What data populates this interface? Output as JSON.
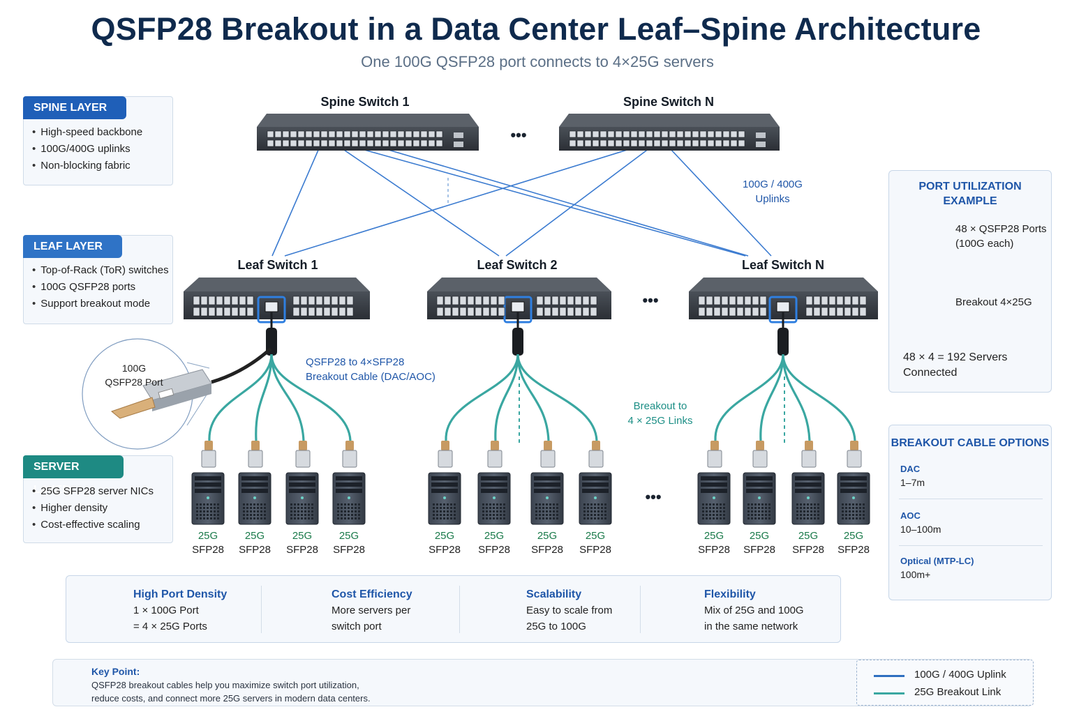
{
  "header": {
    "title": "QSFP28 Breakout in a Data Center Leaf–Spine Architecture",
    "subtitle": "One 100G QSFP28 port connects to 4×25G servers"
  },
  "layers": {
    "spine": {
      "title": "SPINE LAYER",
      "items": [
        "High-speed backbone",
        "100G/400G uplinks",
        "Non-blocking fabric"
      ]
    },
    "leaf": {
      "title": "LEAF LAYER",
      "items": [
        "Top-of-Rack (ToR) switches",
        "100G QSFP28 ports",
        "Support breakout mode"
      ]
    },
    "server": {
      "title": "SERVER LAYER",
      "items": [
        "25G SFP28 server NICs",
        "Higher density",
        "Cost-effective scaling"
      ]
    }
  },
  "diagram": {
    "spines": [
      "Spine Switch 1",
      "Spine Switch N"
    ],
    "leaves": [
      "Leaf Switch 1",
      "Leaf Switch 2",
      "Leaf Switch N"
    ],
    "ellipsis": "•••",
    "uplink_label": [
      "100G / 400G",
      "Uplinks"
    ],
    "breakout_cable_label": [
      "QSFP28 to 4×SFP28",
      "Breakout Cable (DAC/AOC)"
    ],
    "breakout_links_label": [
      "Breakout to",
      "4 × 25G Links"
    ],
    "port_callout": [
      "100G",
      "QSFP28 Port"
    ],
    "server_speed": "25G",
    "server_port": "SFP28"
  },
  "port_utilization": {
    "title": [
      "PORT UTILIZATION",
      "EXAMPLE"
    ],
    "ports": [
      "48 × QSFP28 Ports",
      "(100G each)"
    ],
    "breakout": "Breakout 4×25G",
    "result": [
      "48 × 4 = 192 Servers",
      "Connected"
    ]
  },
  "cable_options": {
    "title": "BREAKOUT CABLE OPTIONS",
    "options": [
      {
        "name": "DAC",
        "length": "1–7m"
      },
      {
        "name": "AOC",
        "length": "10–100m"
      },
      {
        "name": "Optical (MTP-LC)",
        "length": "100m+"
      }
    ]
  },
  "benefits": [
    {
      "icon": "speedometer-icon",
      "title": "High Port Density",
      "lines": [
        "1 × 100G Port",
        "= 4 × 25G Ports"
      ]
    },
    {
      "icon": "dollar-icon",
      "title": "Cost Efficiency",
      "lines": [
        "More servers per",
        "switch port"
      ]
    },
    {
      "icon": "bar-chart-icon",
      "title": "Scalability",
      "lines": [
        "Easy to scale from",
        "25G to 100G"
      ]
    },
    {
      "icon": "network-icon",
      "title": "Flexibility",
      "lines": [
        "Mix of 25G and 100G",
        "in the same network"
      ]
    }
  ],
  "key_point": {
    "title": "Key Point:",
    "lines": [
      "QSFP28 breakout cables help you maximize switch port utilization,",
      "reduce costs, and connect more 25G servers in modern data centers."
    ]
  },
  "legend": [
    {
      "label": "100G / 400G Uplink",
      "color": "#2f6fc0"
    },
    {
      "label": "25G Breakout Link",
      "color": "#3aa7a1"
    }
  ],
  "colors": {
    "navy": "#0f2a4d",
    "spine_head": "#1f5fb8",
    "leaf_head": "#2f73c6",
    "server_head": "#1e8a83",
    "uplink": "#2f6fc0",
    "breakout": "#3aa7a1"
  }
}
